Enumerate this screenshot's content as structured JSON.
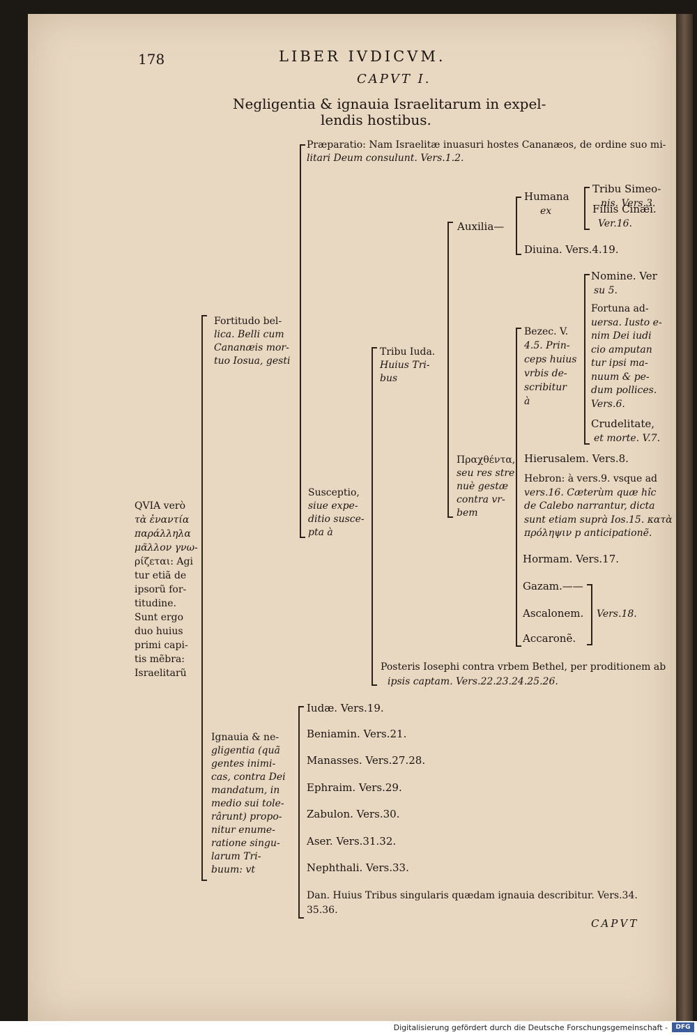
{
  "header": {
    "page_number": "178",
    "running_title": "LIBER IVDICVM.",
    "chapter": "CAPVT I.",
    "title_line1": "Negligentia & ignauia Israelitarum in expel-",
    "title_line2": "lendis hostibus."
  },
  "root": {
    "l1": "QVIA verò",
    "l2": "τὰ ἐναντία",
    "l3": "παράλληλα",
    "l4": "μᾶλλον γνω-",
    "l5": "ρίζεται: Agi",
    "l6": "tur etiã de",
    "l7": "ipsorũ for-",
    "l8": "titudine.",
    "l9": "Sunt ergo",
    "l10": "duo huius",
    "l11": "primi capi-",
    "l12": "tis mẽbra:",
    "l13": "Israelitarũ"
  },
  "fortitudo": {
    "l1": "Fortitudo bel-",
    "l2": "lica. Belli cum",
    "l3": "Cananæis mor-",
    "l4": "tuo Iosua, gesti"
  },
  "praeparatio": {
    "l1": "Præparatio: Nam Israelitæ inuasuri hostes Cananæos, de ordine suo mi-",
    "l2": "litari Deum consulunt. Vers.1.2."
  },
  "susceptio": {
    "l1": "Susceptio,",
    "l2": "siue expe-",
    "l3": "ditio susce-",
    "l4": "pta à"
  },
  "tribu_iuda": {
    "l1": "Tribu Iuda.",
    "l2": "Huius Tri-",
    "l3": "bus"
  },
  "auxilia": "Auxilia—",
  "humana": {
    "l1": "Humana",
    "l2": "ex"
  },
  "simeonis": {
    "l1": "Tribu Simeo-",
    "l2": "nis. Vers.3."
  },
  "cinaei": {
    "l1": "Filiis Cinæi.",
    "l2": "Ver.16."
  },
  "diuina": "Diuina. Vers.4.19.",
  "pracheis": {
    "l1": "Πραχθέντα,",
    "l2": "seu res stre",
    "l3": "nuè gestæ",
    "l4": "contra vr-",
    "l5": "bem"
  },
  "bezec": {
    "l1": "Bezec. V.",
    "l2": "4.5. Prin-",
    "l3": "ceps huius",
    "l4": "vrbis de-",
    "l5": "scribitur",
    "l6": "à"
  },
  "nomine": {
    "l1": "Nomine. Ver",
    "l2": "su 5."
  },
  "fortuna": {
    "l1": "Fortuna ad-",
    "l2": "uersa. Iusto e-",
    "l3": "nim Dei iudi",
    "l4": "cio amputan",
    "l5": "tur ipsi ma-",
    "l6": "nuum & pe-",
    "l7": "dum pollices.",
    "l8": "Vers.6."
  },
  "crudelitate": {
    "l1": "Crudelitate,",
    "l2": "et morte. V.7."
  },
  "hierusalem": "Hierusalem. Vers.8.",
  "hebron": {
    "l1": "Hebron: à vers.9. vsque ad",
    "l2": "vers.16. Cæterùm quæ hîc",
    "l3": "de Calebo narrantur, dicta",
    "l4": "sunt etiam suprà Ios.15. κατὰ",
    "l5": "πρόληψιν p anticipationẽ."
  },
  "hormam": "Hormam. Vers.17.",
  "gazam": "Gazam.——",
  "ascalonem": "Ascalonem.",
  "accarone": "Accaronẽ.",
  "vers18": "Vers.18.",
  "posteris": {
    "l1": "Posteris Iosephi contra vrbem Bethel, per proditionem ab",
    "l2": "ipsis captam. Vers.22.23.24.25.26."
  },
  "ignauia": {
    "l1": "Ignauia & ne-",
    "l2": "gligentia (quã",
    "l3": "gentes inimi-",
    "l4": "cas, contra Dei",
    "l5": "mandatum, in",
    "l6": "medio sui tole-",
    "l7": "rârunt) propo-",
    "l8": "nitur enume-",
    "l9": "ratione singu-",
    "l10": "larum Tri-",
    "l11": "buum: vt"
  },
  "tribes": [
    "Iudæ. Vers.19.",
    "Beniamin. Vers.21.",
    "Manasses. Vers.27.28.",
    "Ephraim. Vers.29.",
    "Zabulon. Vers.30.",
    "Aser. Vers.31.32.",
    "Nephthali. Vers.33."
  ],
  "dan": {
    "l1": "Dan. Huius Tribus singularis quædam ignauia describitur. Vers.34.",
    "l2": "35.36."
  },
  "catchword": "CAPVT",
  "footer": {
    "credit": "Digitalisierung gefördert durch die Deutsche Forschungsgemeinschaft -",
    "logo": "DFG"
  }
}
